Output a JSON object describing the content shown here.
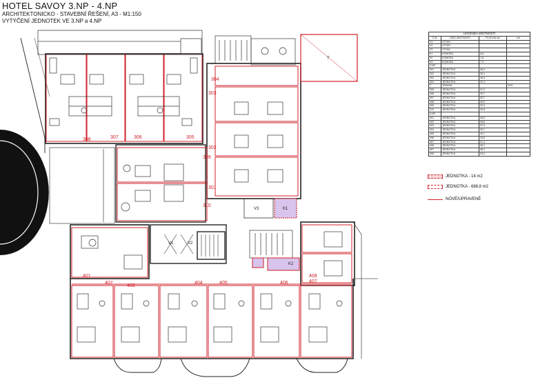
{
  "header": {
    "title": "HOTEL SAVOY 3.NP - 4.NP",
    "subtitle": "ARCHITEKTONICKO - STAVEBNÍ ŘEŠENÍ, A3 - M1:150",
    "subtitle2": "VYTÝČENÍ JEDNOTEK VE 3.NP a 4.NP"
  },
  "colors": {
    "accent": "#d0202a",
    "lines": "#222222",
    "purple": "#d8c4ec"
  },
  "rooms": {
    "r301": "301",
    "r302": "302",
    "r303": "303",
    "r304": "304",
    "r305": "305",
    "r306": "306",
    "r307": "307",
    "r308": "308",
    "r309": "309",
    "r310": "310",
    "r401": "401",
    "r402": "402",
    "r403": "403",
    "r404": "404",
    "r405": "405",
    "r406": "406",
    "r407": "407",
    "r408": "408"
  },
  "labels": {
    "v1": "V1",
    "v2": "V2",
    "v3": "V3",
    "k1": "K1",
    "k2": "K2",
    "t": "T"
  },
  "legend": {
    "title": "LEGENDA MÍSTNOSTÍ",
    "columns": [
      "Č.M.",
      "ÚČEL MÍSTNOSTI",
      "PLOCHA m2",
      "m3"
    ],
    "rows": [
      [
        "V1",
        "VÝTAH",
        "",
        ""
      ],
      [
        "V2",
        "VÝTAH",
        "",
        ""
      ],
      [
        "V3",
        "VÝTAH",
        "",
        ""
      ],
      [
        "K1",
        "KOMORA",
        "6,6",
        ""
      ],
      [
        "K2",
        "KOMORA",
        "1,8",
        ""
      ],
      [
        "K3",
        "KOMORA",
        "7,3",
        ""
      ],
      [
        "3.NP",
        "",
        "",
        ""
      ],
      [
        "301",
        "JEDNOTKA",
        "36,4",
        ""
      ],
      [
        "302",
        "JEDNOTKA",
        "36,1",
        ""
      ],
      [
        "303",
        "JEDNOTKA",
        "36,5",
        ""
      ],
      [
        "304",
        "JEDNOTKA",
        "32,4",
        ""
      ],
      [
        "T",
        "TERASA",
        "",
        "23,6"
      ],
      [
        "305",
        "JEDNOTKA",
        "31,0",
        ""
      ],
      [
        "306",
        "JEDNOTKA",
        "30,7",
        ""
      ],
      [
        "307",
        "JEDNOTKA",
        "30,7",
        ""
      ],
      [
        "308",
        "JEDNOTKA",
        "39,0",
        ""
      ],
      [
        "309",
        "JEDNOTKA",
        "30,3",
        ""
      ],
      [
        "310",
        "JEDNOTKA",
        "32,6",
        ""
      ],
      [
        "4.NP",
        "",
        "",
        ""
      ],
      [
        "401",
        "JEDNOTKA",
        "48,9",
        ""
      ],
      [
        "402",
        "JEDNOTKA",
        "38,6",
        ""
      ],
      [
        "403",
        "JEDNOTKA",
        "31,9",
        ""
      ],
      [
        "404",
        "JEDNOTKA",
        "35,7",
        ""
      ],
      [
        "405",
        "JEDNOTKA",
        "42,7",
        ""
      ],
      [
        "406",
        "JEDNOTKA",
        "43,6",
        ""
      ],
      [
        "407",
        "JEDNOTKA",
        "31,4",
        ""
      ],
      [
        "408",
        "JEDNOTKA",
        "38,1",
        ""
      ],
      [
        "407",
        "JEDNOTKA",
        "38,1",
        ""
      ],
      [
        "408",
        "JEDNOTKA",
        "53,0",
        ""
      ]
    ]
  },
  "key": {
    "unit_a": "JEDNOTKA - 14 m2",
    "unit_b": "JEDNOTKA - 688,8 m2",
    "new": "NOVÉ/UPRAVENÉ"
  }
}
